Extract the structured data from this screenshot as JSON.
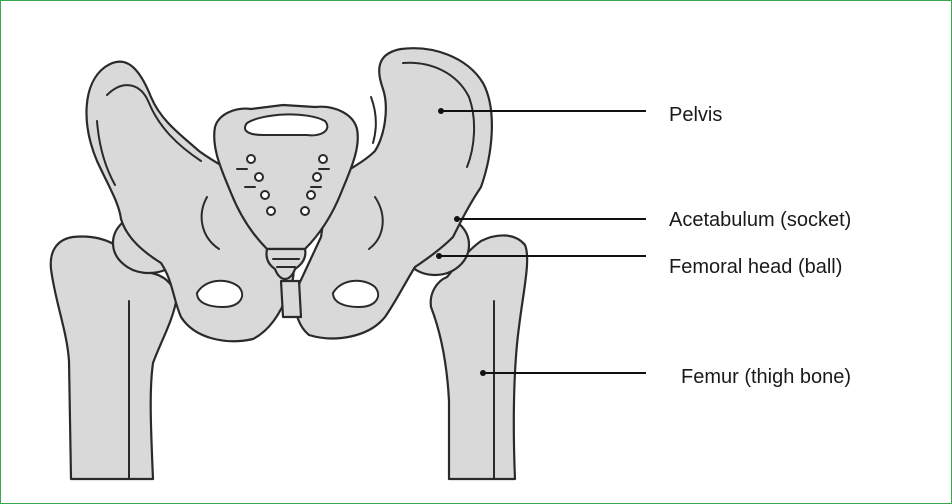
{
  "diagram": {
    "labels": {
      "pelvis": "Pelvis",
      "acetabulum": "Acetabulum (socket)",
      "femoral_head": "Femoral head (ball)",
      "femur": "Femur (thigh bone)"
    },
    "colors": {
      "border": "#3aa84a",
      "bone_fill": "#d9d9d9",
      "outline": "#2a2a2a",
      "leader": "#111111"
    }
  }
}
